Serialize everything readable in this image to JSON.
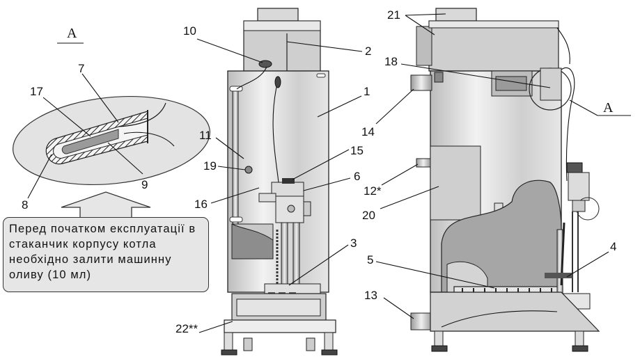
{
  "labels": {
    "l1": "1",
    "l2": "2",
    "l3": "3",
    "l4": "4",
    "l5": "5",
    "l6": "6",
    "l7": "7",
    "l8": "8",
    "l9": "9",
    "l10": "10",
    "l11": "11",
    "l12": "12*",
    "l13": "13",
    "l14": "14",
    "l15": "15",
    "l16": "16",
    "l17": "17",
    "l18": "18",
    "l19": "19",
    "l20": "20",
    "l21": "21",
    "l22": "22**"
  },
  "detail_marker": "А",
  "detail_marker_right": "А",
  "note": "Перед початком експлуатації в\nстаканчик корпусу котла\nнеобхідно залити машинну\nоливу (10 мл)",
  "colors": {
    "metal": "#d9d9d9",
    "metal_dark": "#a6a6a6",
    "panel": "#c8c8c8",
    "detail_bg": "#e3e3e3"
  }
}
